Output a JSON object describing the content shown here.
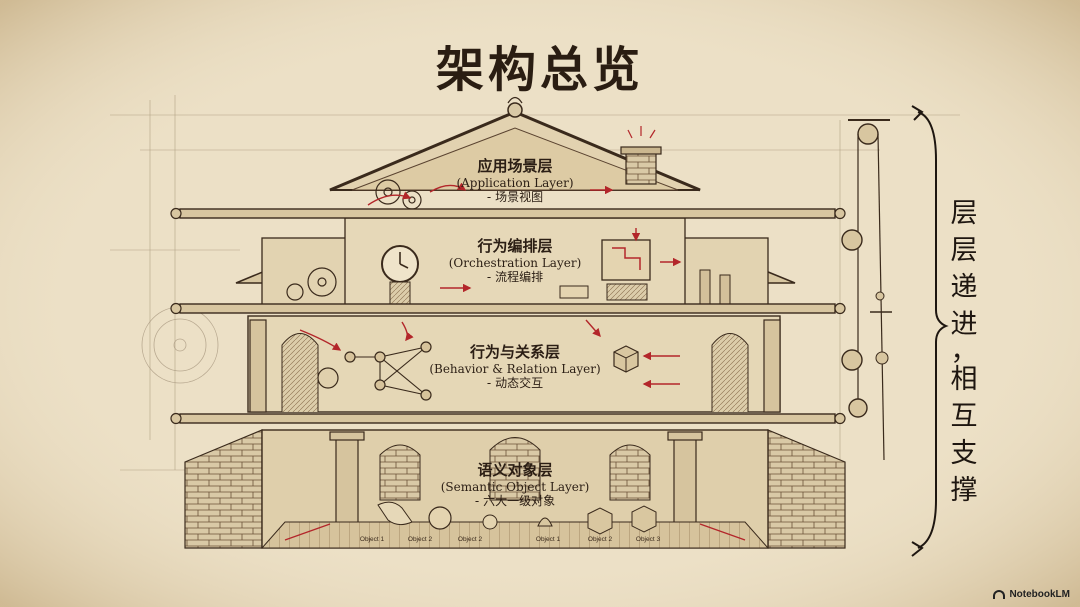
{
  "title": "架构总览",
  "layers": [
    {
      "zh": "应用场景层",
      "en": "(Application Layer)",
      "sub": "- 场景视图"
    },
    {
      "zh": "行为编排层",
      "en": "(Orchestration Layer)",
      "sub": "- 流程编排"
    },
    {
      "zh": "行为与关系层",
      "en": "(Behavior & Relation Layer)",
      "sub": "- 动态交互"
    },
    {
      "zh": "语义对象层",
      "en": "(Semantic Object Layer)",
      "sub": "- 六大一级对象"
    }
  ],
  "side_text": [
    "层",
    "层",
    "递",
    "进",
    "，",
    "相",
    "互",
    "支",
    "撑"
  ],
  "objects": [
    "Object 1",
    "Object 2",
    "Object 2",
    "Object 1",
    "Object 2",
    "Object 3"
  ],
  "brand": "NotebookLM",
  "colors": {
    "paper": "#ece0c6",
    "ink": "#3a2a1c",
    "accent": "#b3262a"
  }
}
